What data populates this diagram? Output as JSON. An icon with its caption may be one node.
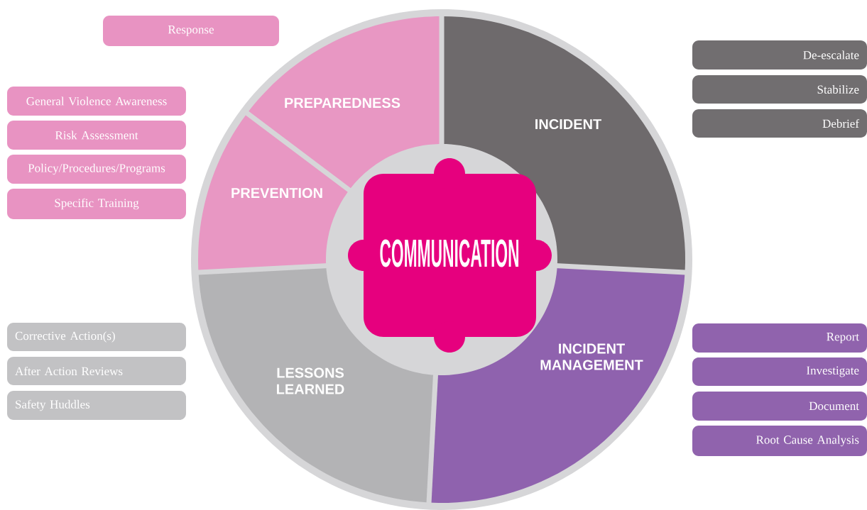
{
  "diagram": {
    "nodes": [
      {
        "text": [
          "Response"
        ]
      },
      {
        "text": [
          "General Violence Awareness"
        ]
      },
      {
        "text": [
          "Risk Assessment"
        ]
      },
      {
        "text": [
          "Policy/Procedures/Programs"
        ]
      },
      {
        "text": [
          "Specific Training"
        ]
      },
      {
        "text": [
          "De-escalate"
        ]
      },
      {
        "text": [
          "Stabilize"
        ]
      },
      {
        "text": [
          "Debrief"
        ]
      },
      {
        "text": [
          "PREPAREDNESS"
        ]
      },
      {
        "text": [
          "INCIDENT"
        ]
      },
      {
        "text": [
          "PREVENTION"
        ]
      },
      {
        "text": [
          "COMMUNICATION"
        ]
      },
      {
        "text": [
          "Corrective Action(s)"
        ]
      },
      {
        "text": [
          "After Action Reviews"
        ]
      },
      {
        "text": [
          "Safety Huddles"
        ]
      },
      {
        "text": [
          "LESSONS LEARNED"
        ]
      },
      {
        "text": [
          "INCIDENT MANAGEMENT"
        ]
      },
      {
        "text": [
          "Report"
        ]
      },
      {
        "text": [
          "Investigate"
        ]
      },
      {
        "text": [
          "Document"
        ]
      },
      {
        "text": [
          "Root Cause Analysis"
        ]
      }
    ]
  }
}
